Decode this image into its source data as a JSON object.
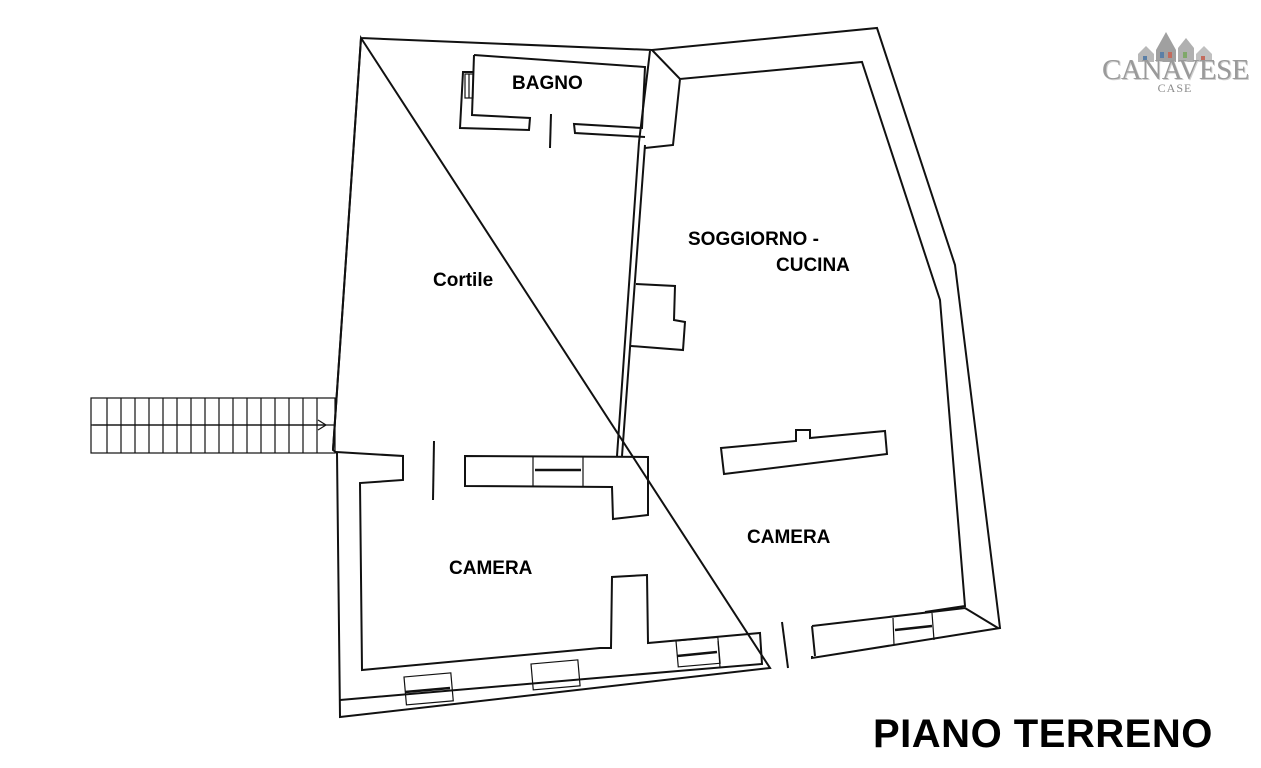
{
  "plan_title": "PIANO TERRENO",
  "rooms": {
    "bagno": "BAGNO",
    "cortile": "Cortile",
    "soggiorno_line1": "SOGGIORNO -",
    "soggiorno_line2": "CUCINA",
    "camera_left": "CAMERA",
    "camera_right": "CAMERA"
  },
  "logo": {
    "name": "CANAVESE",
    "sub": "CASE"
  },
  "icons": {
    "logo_graphic": "house-silhouette-icon"
  },
  "colors": {
    "wall": "#111111",
    "logo_gray": "#9a9a9a",
    "logo_blue": "#5b7fa6",
    "logo_red": "#c26b5d",
    "logo_green": "#7fa86a"
  }
}
